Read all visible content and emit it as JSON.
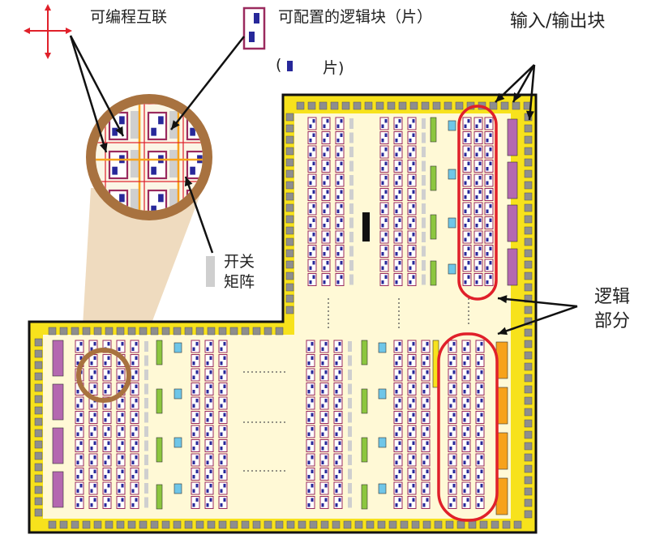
{
  "labels": {
    "interconnect": "可编程互联",
    "clb": "可配置的逻辑块（片）",
    "slice_open": "(",
    "slice_word": "片)",
    "io_block": "输入/输出块",
    "switch_line1": "开关",
    "switch_line2": "矩阵",
    "logic_line1": "逻辑",
    "logic_line2": "部分"
  },
  "colors": {
    "chip_fill": "#fff9d6",
    "io_border": "#f7e21c",
    "io_pad": "#8e8e8e",
    "clb_border": "#9a2a5e",
    "slice_blue": "#27289a",
    "switch_gray": "#cfcfcf",
    "magnifier": "#a8723f",
    "highlight": "#e0202a",
    "purple_block": "#b468b0",
    "green_block": "#8cc63f",
    "cyan_block": "#6fc6e8",
    "orange_block": "#f7a21b",
    "interconnect_arrow": "#e0202a"
  },
  "icons": {
    "interconnect": "red-four-way-arrow-icon",
    "clb": "clb-cell-icon",
    "slice": "slice-bar-icon",
    "switch": "switch-matrix-swatch-icon"
  }
}
